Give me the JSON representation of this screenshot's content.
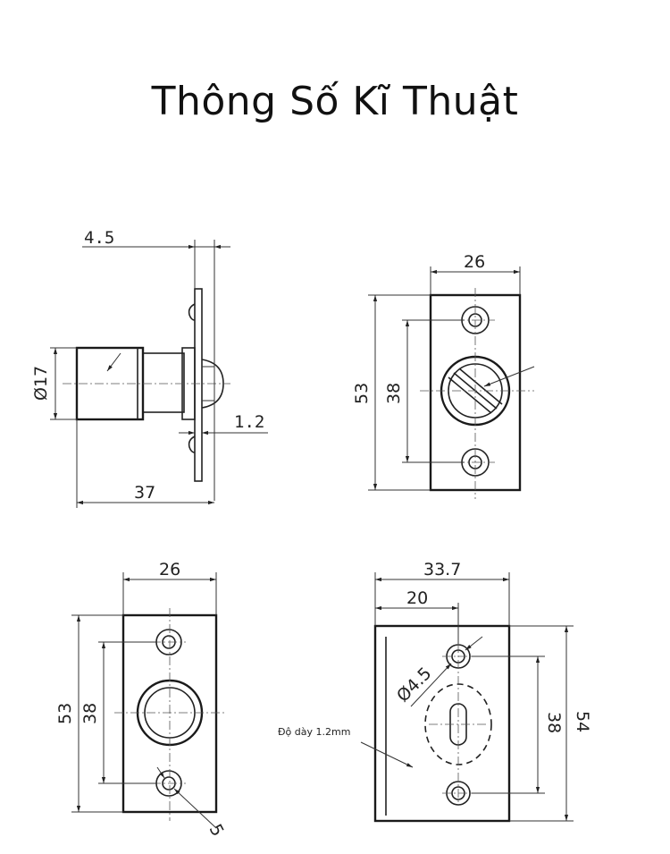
{
  "title": "Thông Số Kĩ Thuật",
  "views": {
    "side": {
      "d_flange": "4.5",
      "d_body": "Ø17",
      "d_thickness": "1.2",
      "d_length": "37"
    },
    "front_top": {
      "d_width": "26",
      "d_height": "53",
      "d_holes": "38"
    },
    "front_bottom": {
      "d_width": "26",
      "d_height": "53",
      "d_holes": "38",
      "d_hole": "5"
    },
    "strike": {
      "d_width": "33.7",
      "d_offset": "20",
      "d_hole": "Ø4.5",
      "d_holes": "38",
      "d_height": "54",
      "note": "Độ dày 1.2mm"
    }
  }
}
